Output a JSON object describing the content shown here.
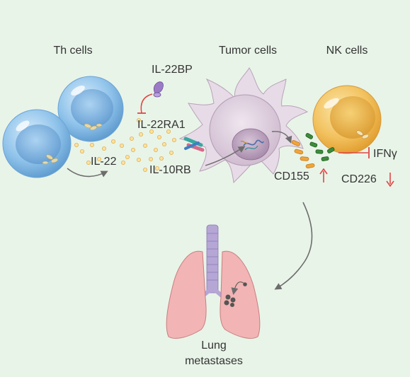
{
  "labels": {
    "th_cells": "Th cells",
    "tumor_cells": "Tumor cells",
    "nk_cells": "NK cells",
    "il22bp": "IL-22BP",
    "il22ra1": "IL-22RA1",
    "il22": "IL-22",
    "il10rb": "IL-10RB",
    "ifng": "IFNγ",
    "cd155": "CD155",
    "cd226": "CD226",
    "lung_line1": "Lung",
    "lung_line2": "metastases"
  },
  "colors": {
    "background": "#e9f4e8",
    "th_cell": "#8ec2ea",
    "tumor_cell": "#d8c9d8",
    "nk_cell": "#f2c15e",
    "lung": "#f2b4b4",
    "trachea": "#b5a6d6",
    "il22_dot": "#f4c66a",
    "arrow": "#6d6d6d",
    "up_arrow": "#e04646",
    "down_arrow": "#e04646",
    "inhibit": "#e04646"
  }
}
